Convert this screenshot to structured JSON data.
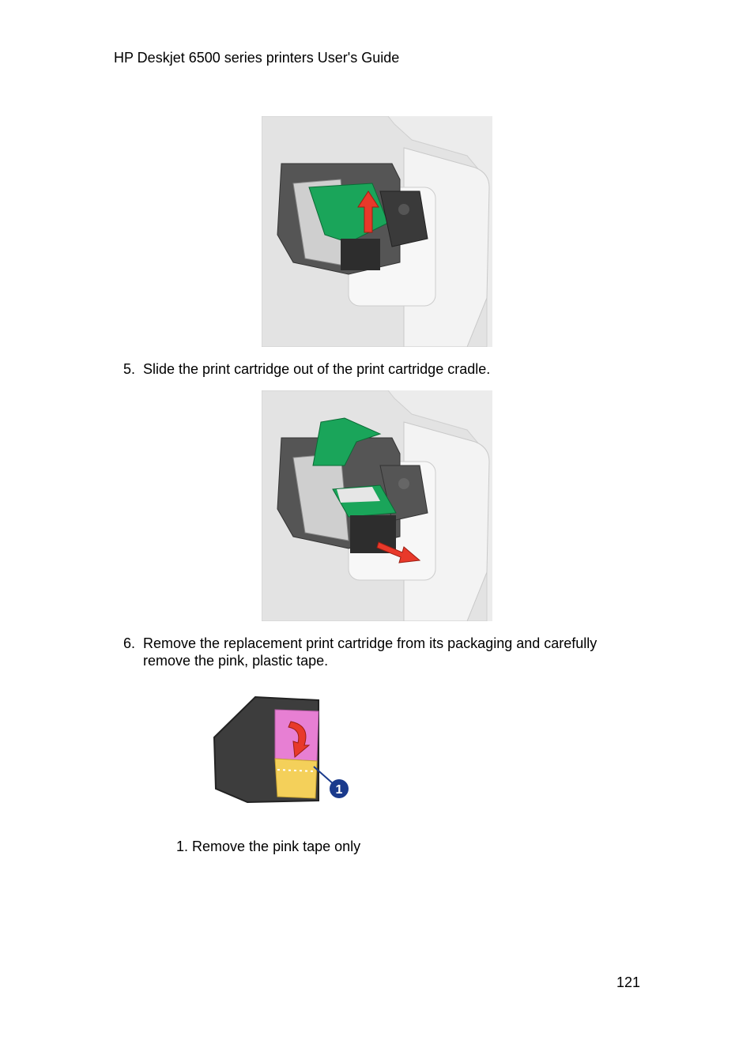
{
  "header": {
    "title": "HP Deskjet 6500 series printers User's Guide"
  },
  "figures": [
    {
      "id": "fig-lift-latch",
      "alt": "Printer cradle with green latch being lifted (red up arrow)",
      "arrow_color": "#e8392a",
      "latch_color": "#1aa55a"
    },
    {
      "id": "fig-slide-cartridge",
      "alt": "Tri-color cartridge sliding out of cradle (red arrow)",
      "arrow_color": "#e8392a",
      "latch_color": "#1aa55a"
    },
    {
      "id": "fig-pink-tape",
      "alt": "Print cartridge with pink protective tape and callout 1",
      "tape_color": "#e77fd3",
      "callout_color": "#1a3a8c",
      "callout_label": "1"
    }
  ],
  "steps": [
    {
      "number": "5.",
      "lines": [
        "Slide the print cartridge out of the print cartridge cradle."
      ]
    },
    {
      "number": "6.",
      "lines": [
        "Remove the replacement print cartridge from its packaging and carefully",
        "remove the pink, plastic tape."
      ]
    }
  ],
  "callouts": [
    {
      "text": "1. Remove the pink tape only"
    }
  ],
  "footer": {
    "page_number": "121"
  }
}
